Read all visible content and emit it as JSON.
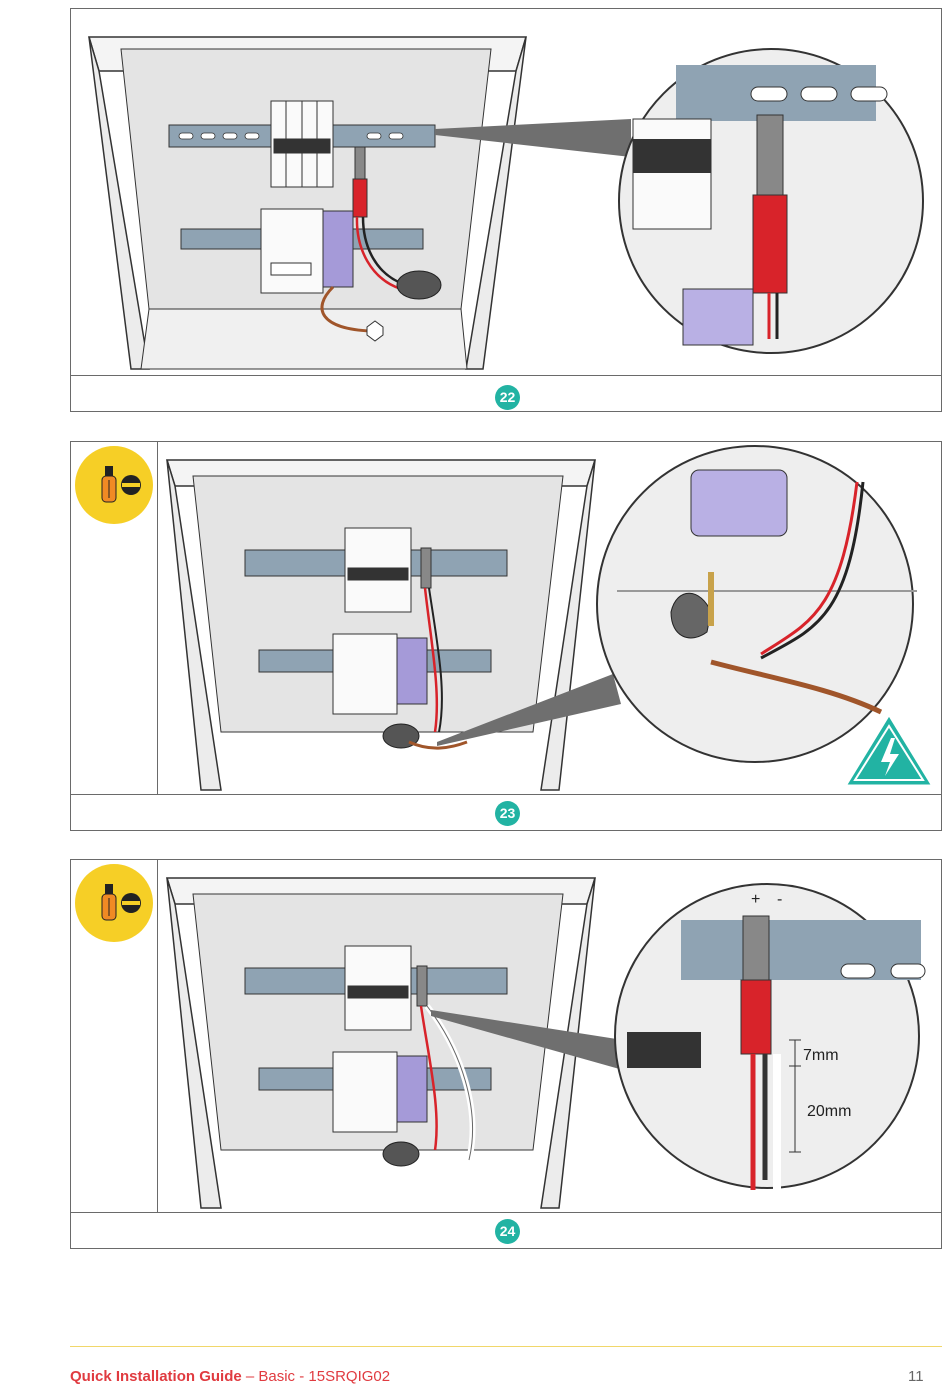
{
  "steps": [
    {
      "number": "22"
    },
    {
      "number": "23"
    },
    {
      "number": "24",
      "detail": {
        "plus": "+",
        "minus": "-",
        "dim1": "7mm",
        "dim2": "20mm"
      }
    }
  ],
  "icons": {
    "tool": "screwdriver-icon",
    "warning": "electrical-hazard-icon"
  },
  "colors": {
    "accent": "#22b3a3",
    "brand": "#e03b40",
    "tool_bg": "#f6cf26",
    "rail": "#8fa3b3",
    "breaker_purple": "#a59ad8"
  },
  "footer": {
    "title": "Quick Installation Guide",
    "subtitle": " – Basic - 15SRQIG02",
    "page": "11"
  }
}
